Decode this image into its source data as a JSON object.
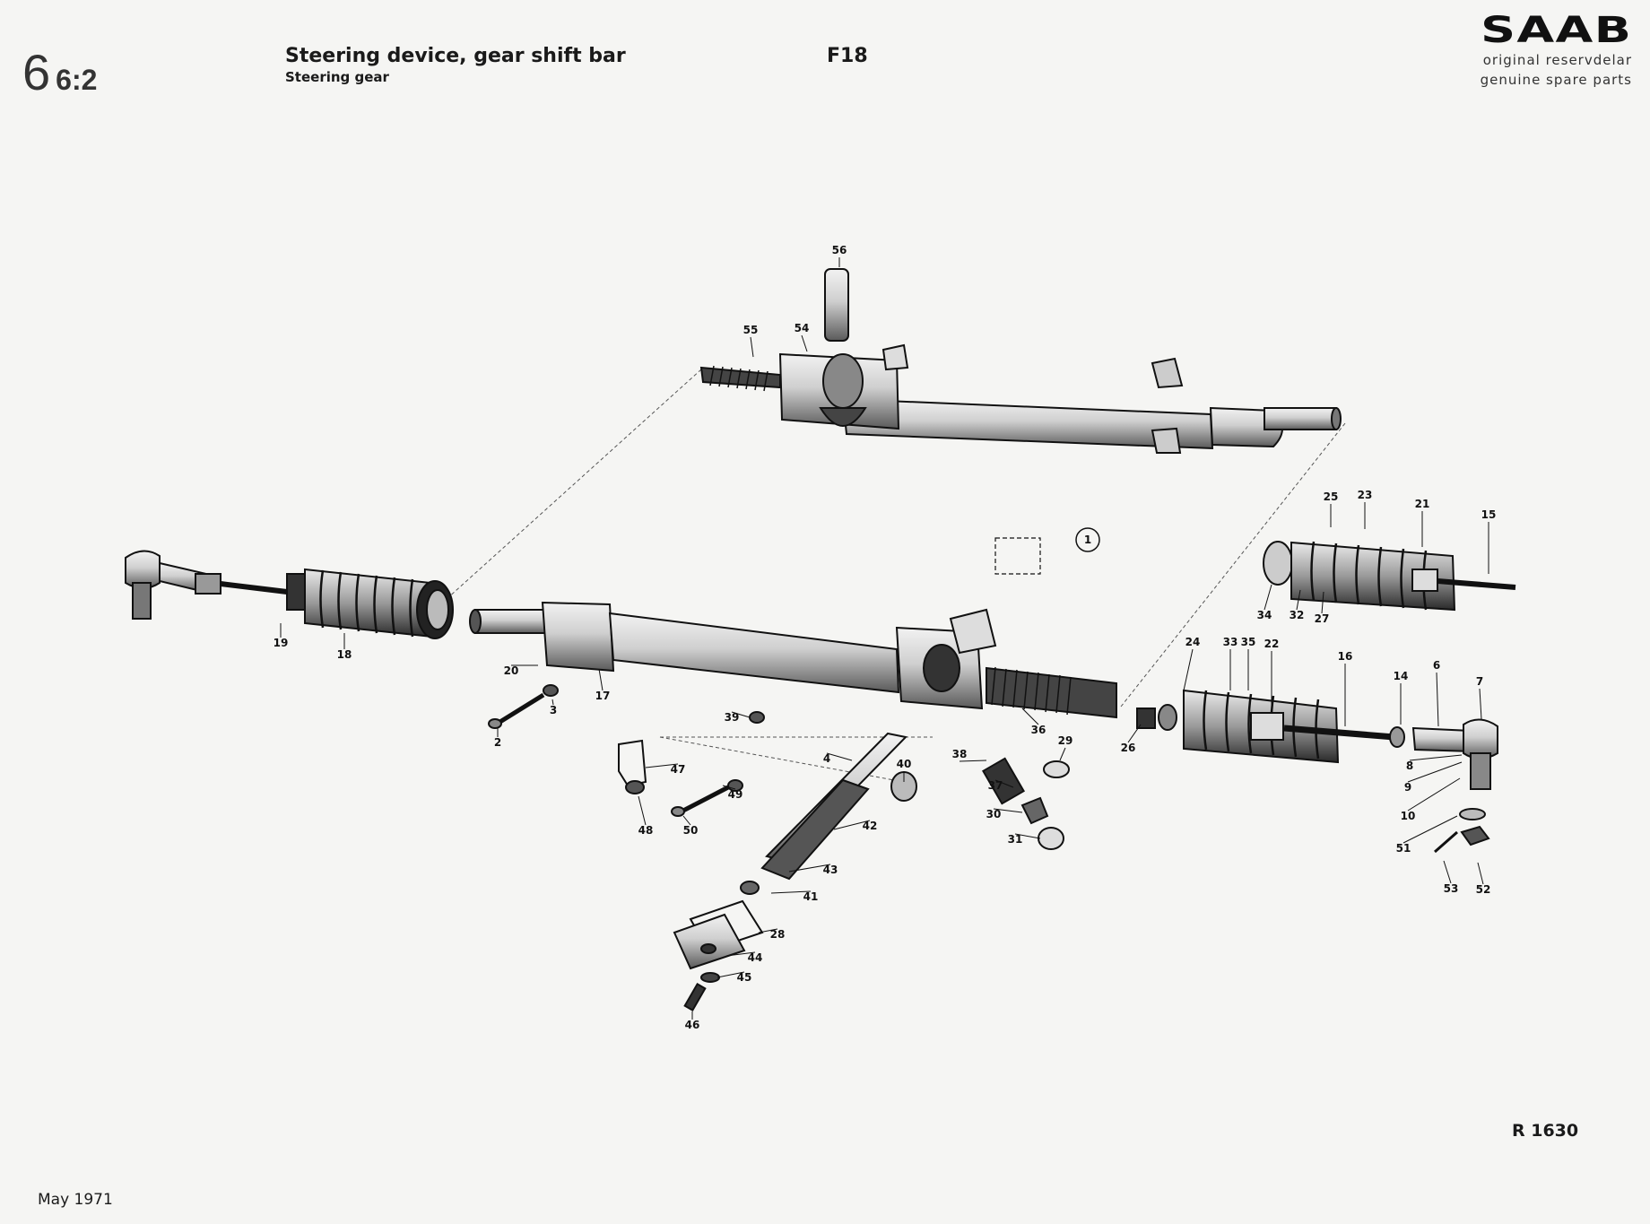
{
  "header": {
    "section_number": "6",
    "section_sub": "6:2",
    "title": "Steering device, gear shift bar",
    "subtitle": "Steering gear",
    "model_code": "F18"
  },
  "brand": {
    "logo_text": "SAAB",
    "line1": "original reservdelar",
    "line2": "genuine spare parts"
  },
  "diagram": {
    "detail_circle": "1",
    "callouts": [
      "56",
      "55",
      "54",
      "25",
      "23",
      "21",
      "15",
      "34",
      "32",
      "27",
      "24",
      "33",
      "35",
      "22",
      "16",
      "14",
      "6",
      "7",
      "8",
      "9",
      "10",
      "51",
      "53",
      "52",
      "26",
      "36",
      "29",
      "38",
      "37",
      "30",
      "31",
      "39",
      "4",
      "40",
      "42",
      "43",
      "41",
      "28",
      "44",
      "45",
      "46",
      "47",
      "48",
      "49",
      "50",
      "3",
      "2",
      "20",
      "17",
      "19",
      "18"
    ]
  },
  "footer": {
    "reference": "R 1630",
    "date": "May 1971"
  }
}
